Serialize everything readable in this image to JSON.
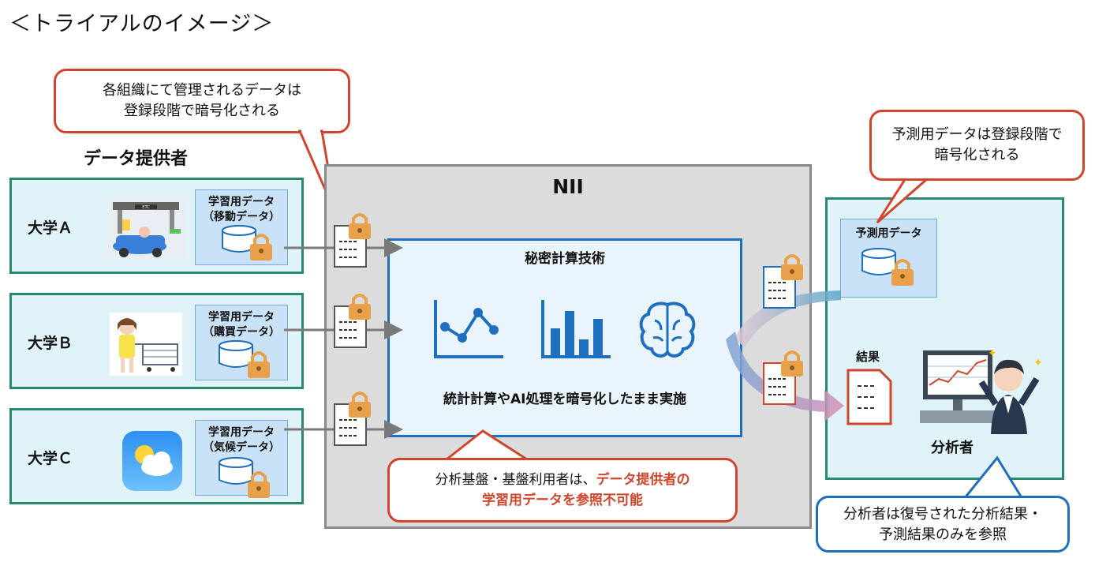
{
  "title": "＜トライアルのイメージ＞",
  "providers_heading": "データ提供者",
  "callout_top_left": {
    "line1": "各組織にて管理されるデータは",
    "line2": "登録段階で暗号化される"
  },
  "universities": [
    {
      "label": "大学Ａ",
      "data_line1": "学習用データ",
      "data_line2": "（移動データ）"
    },
    {
      "label": "大学Ｂ",
      "data_line1": "学習用データ",
      "data_line2": "（購買データ）"
    },
    {
      "label": "大学Ｃ",
      "data_line1": "学習用データ",
      "data_line2": "（気候データ）"
    }
  ],
  "nii": {
    "title": "NII",
    "tech_title": "秘密計算技術",
    "tech_caption": "統計計算やAI処理を暗号化したまま実施"
  },
  "callout_bottom_center": {
    "line1_plain": "分析基盤・基盤利用者は、",
    "line1_emph": "データ提供者の",
    "line2_emph": "学習用データを参照不可能"
  },
  "callout_top_right": {
    "line1": "予測用データは登録段階で",
    "line2": "暗号化される"
  },
  "analyst_panel": {
    "prediction_label": "予測用データ",
    "result_label": "結果",
    "analyst_label": "分析者"
  },
  "callout_bottom_right": {
    "line1": "分析者は復号された分析結果・",
    "line2": "予測結果のみを参照"
  },
  "colors": {
    "accent_red": "#d0452b",
    "accent_blue": "#1f6fbf",
    "panel_green": "#2a8a70",
    "lock_orange": "#e8a04a"
  },
  "icons": [
    "car-etc-icon",
    "shopper-icon",
    "weather-app-icon",
    "database-icon",
    "lock-icon",
    "document-icon",
    "line-chart-icon",
    "bar-chart-icon",
    "brain-icon",
    "analyst-person-icon"
  ]
}
